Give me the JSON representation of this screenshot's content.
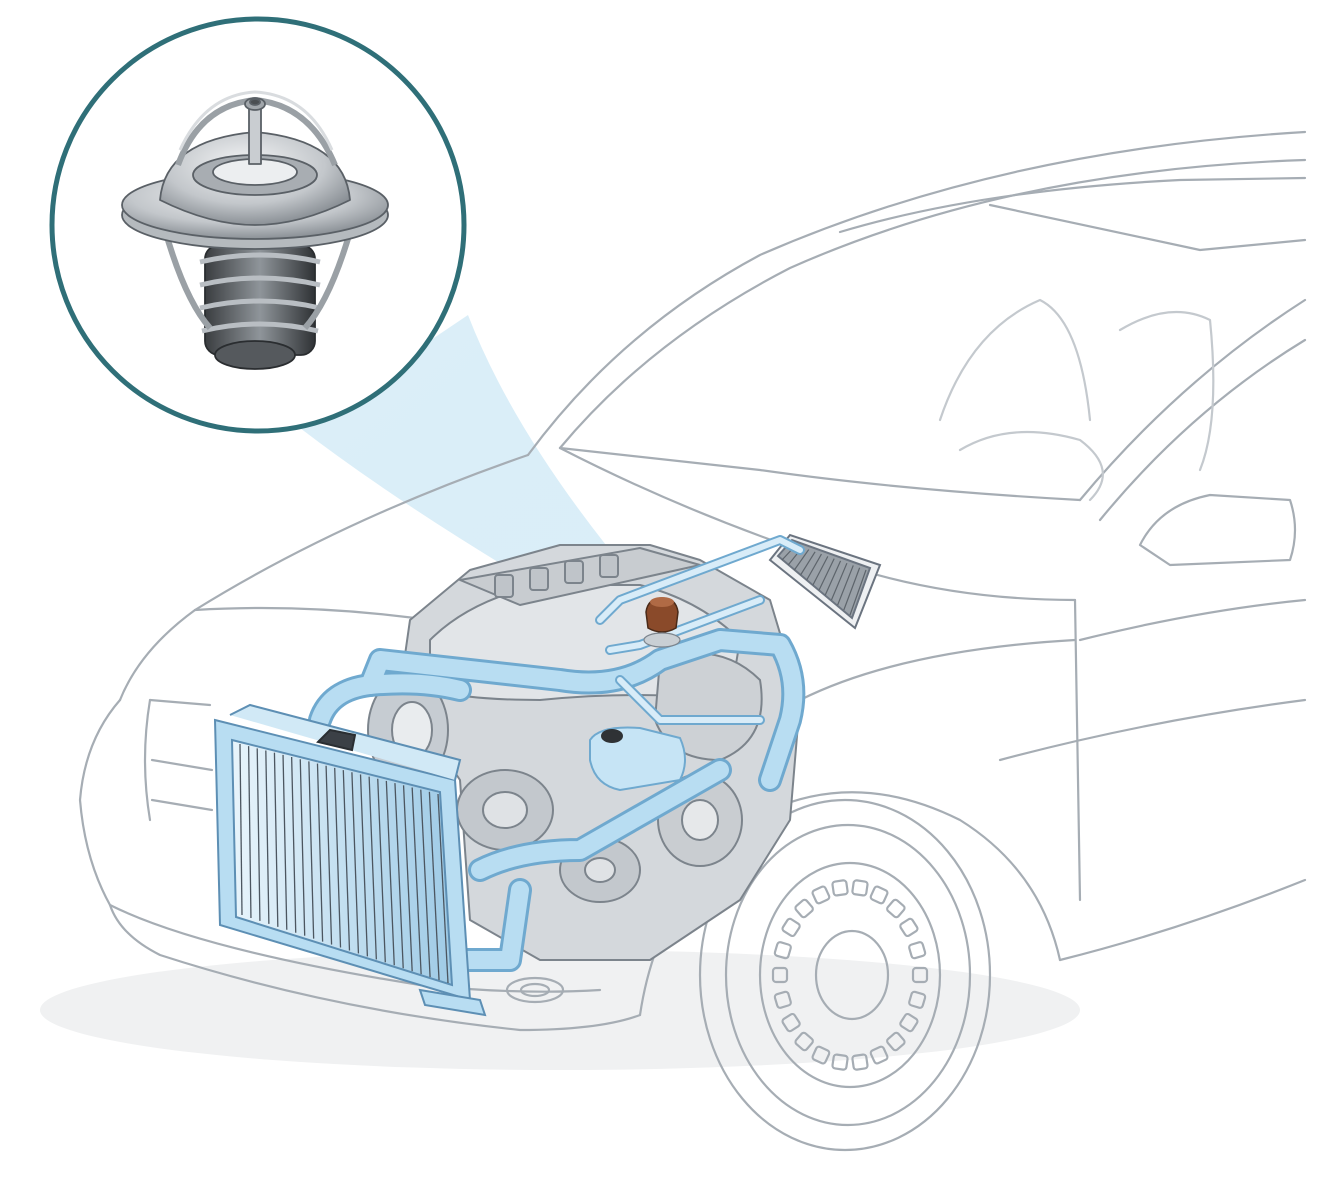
{
  "diagram": {
    "callout_target": "thermostat",
    "components": [
      {
        "id": "car-body",
        "icon": "car-outline-icon"
      },
      {
        "id": "thermostat-closeup",
        "icon": "thermostat-icon"
      },
      {
        "id": "engine",
        "icon": "engine-block-icon"
      },
      {
        "id": "radiator",
        "icon": "radiator-icon"
      },
      {
        "id": "heater-core",
        "icon": "heater-core-icon"
      },
      {
        "id": "coolant-hoses",
        "icon": "hose-icon"
      },
      {
        "id": "expansion-tank",
        "icon": "coolant-reservoir-icon"
      },
      {
        "id": "thermostat-housing",
        "icon": "thermostat-housing-icon"
      },
      {
        "id": "front-wheel",
        "icon": "wheel-icon"
      }
    ]
  },
  "colors": {
    "outline": "#9aa3ab",
    "outline_dark": "#6b7480",
    "callout_ring": "#2f6f78",
    "coolant": "#b8ddf2",
    "coolant_edge": "#6fa9cf",
    "engine": "#d2d6da",
    "engine_edge": "#7c848c",
    "thermostat_metal": "#c8ccd0",
    "thermostat_dark": "#4a4e52",
    "thermostat_housing": "#8a4a2a",
    "shadow": "#e4e6e8"
  }
}
